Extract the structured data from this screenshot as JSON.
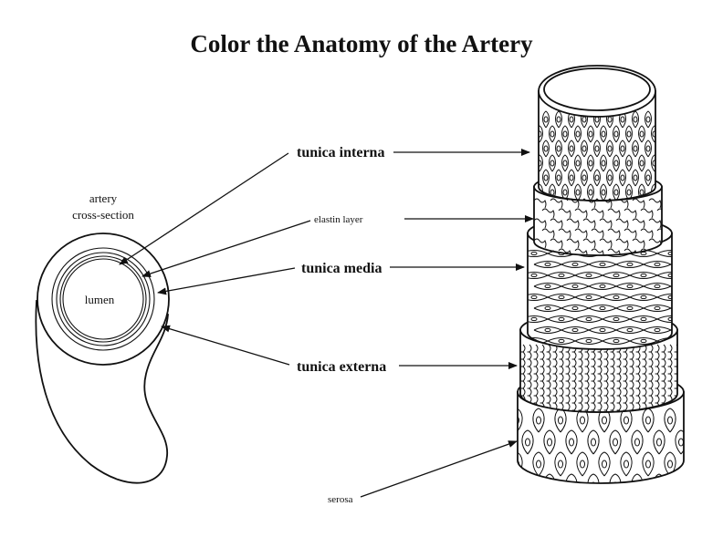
{
  "title": "Color the Anatomy of the Artery",
  "cross_section": {
    "caption_line1": "artery",
    "caption_line2": "cross-section",
    "lumen": "lumen"
  },
  "labels": {
    "tunica_interna": "tunica interna",
    "elastin_layer": "elastin layer",
    "tunica_media": "tunica media",
    "tunica_externa": "tunica externa",
    "serosa": "serosa"
  }
}
